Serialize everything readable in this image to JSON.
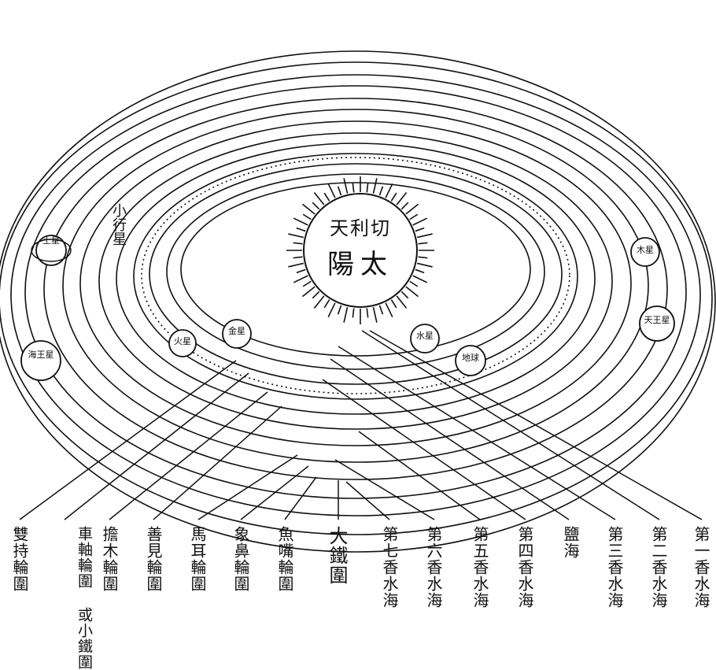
{
  "sun": {
    "line1": "天利切",
    "line2": "陽太"
  },
  "asteroid_belt": "小行星",
  "planets": [
    {
      "key": "saturn",
      "text": "土星"
    },
    {
      "key": "neptune",
      "text": "海王星"
    },
    {
      "key": "mars",
      "text": "火星"
    },
    {
      "key": "venus",
      "text": "金星"
    },
    {
      "key": "mercury",
      "text": "水星"
    },
    {
      "key": "earth",
      "text": "地球"
    },
    {
      "key": "jupiter",
      "text": "木星"
    },
    {
      "key": "uranus",
      "text": "天王星"
    }
  ],
  "labels": [
    "雙持輪圍",
    "車軸輪圍 或小鐵圍",
    "擔木輪圍",
    "善見輪圍",
    "馬耳輪圍",
    "象鼻輪圍",
    "魚嘴輪圍",
    "大鐵圍",
    "第七香水海",
    "第六香水海",
    "第五香水海",
    "第四香水海",
    "鹽海",
    "第三香水海",
    "第二香水海",
    "第一香水海"
  ],
  "colors": {
    "ink": "#111111",
    "paper": "#ffffff"
  }
}
